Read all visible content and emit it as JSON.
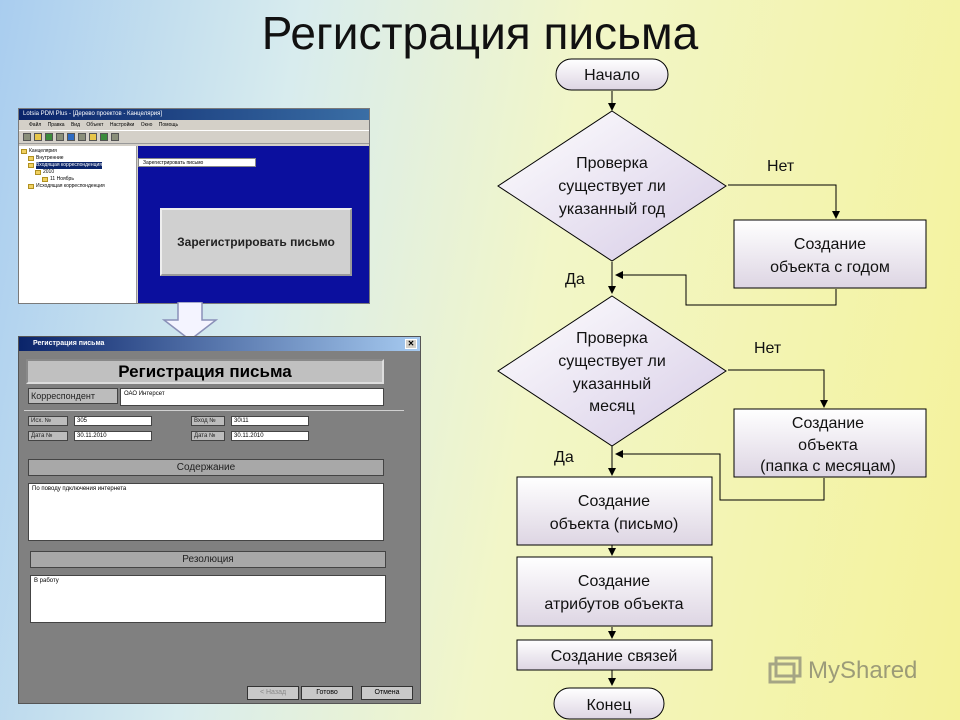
{
  "title": "Регистрация письма",
  "app_window": {
    "title": "Lotsia PDM Plus - [Дерево проектов - Канцелярия]",
    "menu": [
      "Файл",
      "Правка",
      "Вид",
      "Объект",
      "Настройки",
      "Окно",
      "Помощь"
    ],
    "tree": [
      {
        "label": "Канцелярия",
        "indent": 0
      },
      {
        "label": "Внутренние",
        "indent": 1
      },
      {
        "label": "Входящая корреспонденция",
        "indent": 1,
        "selected": true
      },
      {
        "label": "2010",
        "indent": 2
      },
      {
        "label": "11 Ноябрь",
        "indent": 3
      },
      {
        "label": "Исходящая корреспонденция",
        "indent": 1
      }
    ],
    "tab_label": "Зарегистрировать письмо",
    "big_button": "Зарегистрировать письмо"
  },
  "dialog": {
    "title": "Регистрация письма",
    "heading": "Регистрация письма",
    "correspondent_label": "Корреспондент",
    "correspondent_value": "ОАО Интерсет",
    "out_no_label": "Исх. №",
    "out_no_value": "305",
    "in_no_label": "Вход №",
    "in_no_value": "30\\11",
    "date1_label": "Дата №",
    "date1_value": "30.11.2010",
    "date2_label": "Дата №",
    "date2_value": "30.11.2010",
    "content_header": "Содержание",
    "content_text": "По поводу пдключения интернета",
    "resolution_header": "Резолюция",
    "resolution_text": "В работу",
    "back_button": "< Назад",
    "ok_button": "Готово",
    "cancel_button": "Отмена",
    "close_glyph": "✕"
  },
  "flowchart": {
    "start": "Начало",
    "check_year": [
      "Проверка",
      "существует ли",
      "указанный год"
    ],
    "no1": "Нет",
    "create_year": [
      "Создание",
      "объекта с годом"
    ],
    "yes1": "Да",
    "check_month": [
      "Проверка",
      "существует ли",
      "указанный",
      "месяц"
    ],
    "no2": "Нет",
    "create_month": [
      "Создание",
      "объекта",
      "(папка с месяцам)"
    ],
    "yes2": "Да",
    "create_letter": [
      "Создание",
      "объекта (письмо)"
    ],
    "create_attrs": [
      "Создание",
      "атрибутов объекта"
    ],
    "create_links": "Создание связей",
    "end": "Конец"
  },
  "watermark": "MyShared"
}
